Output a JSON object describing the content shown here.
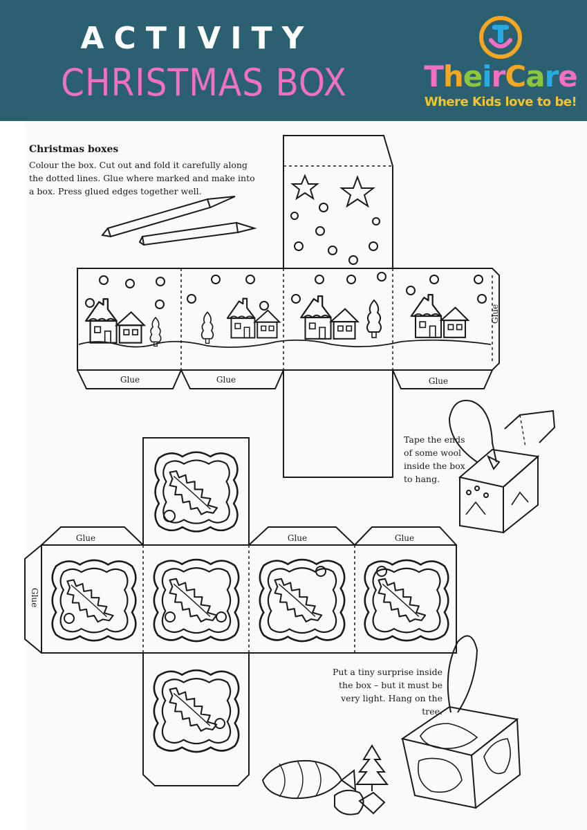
{
  "header": {
    "kicker": "ACTIVITY",
    "title": "CHRISTMAS BOX",
    "logo": {
      "icon_name": "smiley-t-logo-icon",
      "word_parts": [
        {
          "text": "T",
          "color": "#f071c0"
        },
        {
          "text": "h",
          "color": "#f5a623"
        },
        {
          "text": "e",
          "color": "#8cc63f"
        },
        {
          "text": "i",
          "color": "#29abe2"
        },
        {
          "text": "r",
          "color": "#f071c0"
        },
        {
          "text": "C",
          "color": "#f5a623"
        },
        {
          "text": "a",
          "color": "#8cc63f"
        },
        {
          "text": "r",
          "color": "#29abe2"
        },
        {
          "text": "e",
          "color": "#f071c0"
        }
      ],
      "tagline": "Where Kids love to be!"
    }
  },
  "instructions": {
    "title": "Christmas boxes",
    "body": "Colour the box. Cut out and fold it carefully along the dotted lines. Glue where marked and make into a box. Press glued edges together well."
  },
  "template1": {
    "glue_labels": [
      "Glue",
      "Glue",
      "Glue",
      "Glue"
    ]
  },
  "template2": {
    "glue_labels": [
      "Glue",
      "Glue",
      "Glue",
      "Glue"
    ]
  },
  "notes": {
    "hang": "Tape the ends of some wool inside the box to hang.",
    "surprise": "Put a tiny surprise inside the box – but it must be very light. Hang on the tree."
  },
  "colors": {
    "header_bg": "#2a6070",
    "title_pink": "#f071c0",
    "tagline_yellow": "#f2c433",
    "line_ink": "#1a1a1a"
  }
}
